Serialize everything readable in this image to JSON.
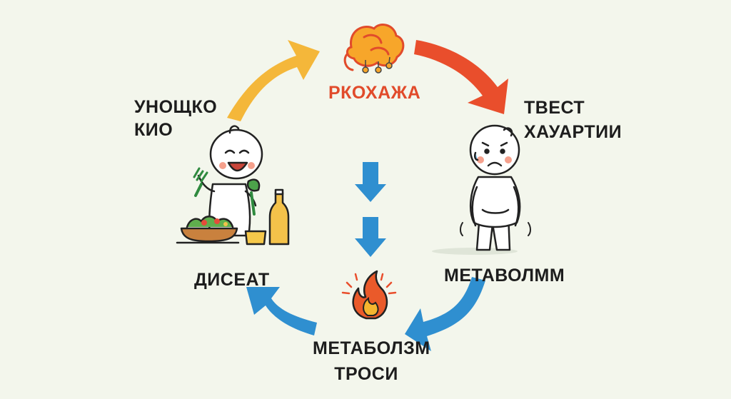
{
  "colors": {
    "background": "#f3f6ec",
    "arrow_yellow": "#f4b73a",
    "arrow_red": "#e94e2c",
    "arrow_blue": "#2f8fd0",
    "top_label": "#e14b2b",
    "text": "#1d1d1d"
  },
  "icons": [
    "brain-orange-icon",
    "fire-icon",
    "happy-eating-person-icon",
    "sad-person-icon"
  ],
  "labels": {
    "top": "РКОХАЖА",
    "left_top": [
      "УНОЩКО",
      "КИО"
    ],
    "right_top": [
      "ТВЕСТ",
      "ХАУАРТИИ"
    ],
    "left_bottom": "ДИСЕАТ",
    "right_bottom": "МЕТАВОЛММ",
    "bottom": [
      "МЕТАБОЛЗМ",
      "ТРОСИ"
    ]
  }
}
